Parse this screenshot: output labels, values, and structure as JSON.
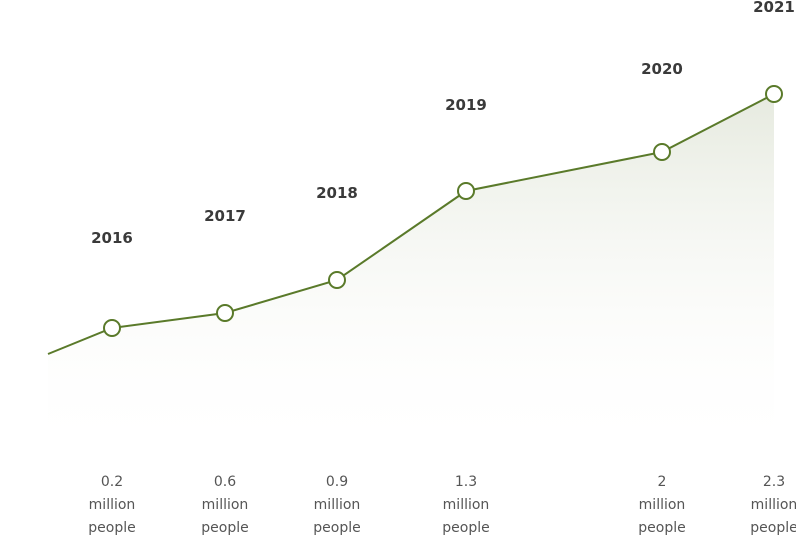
{
  "chart_data": {
    "type": "line",
    "title": "",
    "xlabel": "",
    "ylabel": "",
    "categories": [
      "2016",
      "2017",
      "2018",
      "2019",
      "2020",
      "2021"
    ],
    "values": [
      0.2,
      0.6,
      0.9,
      1.3,
      2,
      2.3
    ],
    "value_labels": [
      [
        "0.2",
        "million",
        "people"
      ],
      [
        "0.6",
        "million",
        "people"
      ],
      [
        "0.9",
        "million",
        "people"
      ],
      [
        "1.3",
        "million",
        "people"
      ],
      [
        "2",
        "million",
        "people"
      ],
      [
        "2.3",
        "million",
        "people"
      ]
    ],
    "unit": "million people",
    "grid": false,
    "colors": {
      "line": "#5a7a2a",
      "fill": "#e9ede3",
      "label": "#3a3a3a",
      "value_text": "#555555"
    }
  }
}
